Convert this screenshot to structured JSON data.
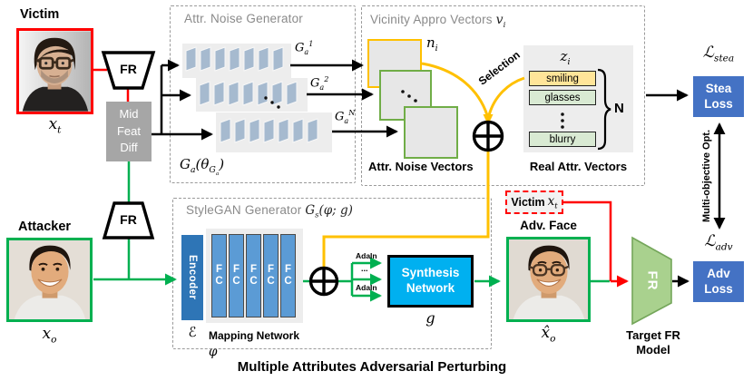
{
  "victim": {
    "label": "Victim",
    "x": "x<sub>t</sub>"
  },
  "attacker": {
    "label": "Attacker",
    "x": "x<sub>o</sub>"
  },
  "fr": "FR",
  "mid_feat_diff": {
    "lines": [
      "Mid",
      "Feat",
      "Diff"
    ]
  },
  "generator": {
    "title": "Attr. Noise Generator",
    "g1": "G<sub>a</sub><sup>1</sup>",
    "g2": "G<sub>a</sub><sup>2</sup>",
    "gn": "G<sub>a</sub><sup>N</sup>",
    "params": "G<sub>a</sub>(θ<sub>G<sub>a</sub></sub>)"
  },
  "vicinity": {
    "title": "Vicinity Appro Vectors ",
    "title_math": "v<sub>i</sub>",
    "ni": "n<sub>i</sub>",
    "selection": "Selection",
    "noise_label": "Attr. Noise Vectors",
    "zi": "z<sub>i</sub>",
    "attrs": [
      "smiling",
      "glasses",
      "blurry"
    ],
    "count": "N",
    "real_label": "Real Attr. Vectors"
  },
  "stylegan": {
    "title": "StyleGAN Generator ",
    "title_math": "G<sub>s</sub>(φ; g)",
    "encoder": "Encoder",
    "fc_f": "F",
    "fc_c": "C",
    "epsilon": "ℰ",
    "mapping": "Mapping Network ",
    "phi": "φ",
    "adain1": "AdaIn",
    "adain_dots": "...",
    "adain2": "AdaIn",
    "synthesis1": "Synthesis",
    "synthesis2": "Network",
    "g": "g"
  },
  "adv": {
    "victim_tag": "Victim ",
    "victim_tag_math": "x<sub>t</sub>",
    "face_label": "Adv. Face",
    "x": "x̂<sub>o</sub>"
  },
  "target_fr": {
    "fr": "FR",
    "line1": "Target FR",
    "line2": "Model"
  },
  "loss": {
    "stea_math": "ℒ<sub>stea</sub>",
    "stea1": "Stea",
    "stea2": "Loss",
    "adv_math": "ℒ<sub>adv</sub>",
    "adv1": "Adv",
    "adv2": "Loss",
    "multi": "Multi-objective Opt."
  },
  "caption": "Multiple Attributes Adversarial Perturbing",
  "colors": {
    "yellow": "#FFC000",
    "green": "#00B050",
    "red": "#FF0000",
    "loss_blue": "#4472C4",
    "synthesis_cyan": "#00B0F0",
    "encoder_blue": "#2E75B6",
    "fc_blue": "#5B9BD5",
    "target_fr_green": "#A9D18E"
  }
}
